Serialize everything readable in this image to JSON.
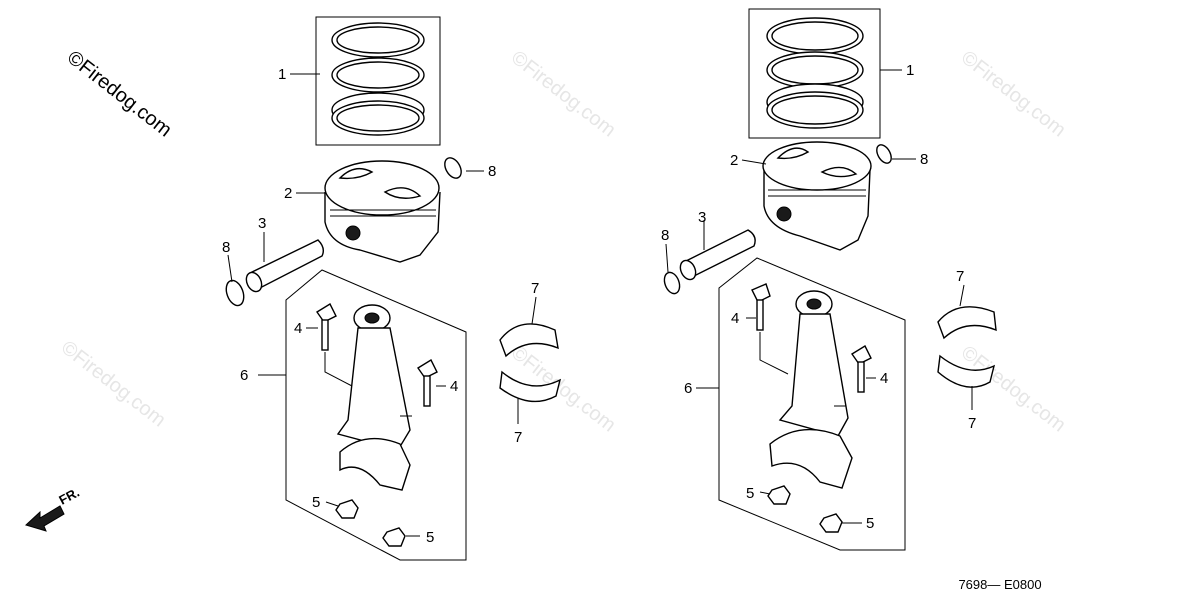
{
  "watermark": {
    "main_text": "©Firedog.com",
    "faint_text": "©Firedog.com"
  },
  "callouts": {
    "left": [
      "1",
      "2",
      "3",
      "8",
      "8",
      "4",
      "4",
      "6",
      "7",
      "7",
      "5",
      "5"
    ],
    "right": [
      "1",
      "2",
      "3",
      "8",
      "8",
      "4",
      "4",
      "6",
      "7",
      "7",
      "5",
      "5"
    ]
  },
  "direction_label": "FR.",
  "diagram_code": "7698— E0800"
}
